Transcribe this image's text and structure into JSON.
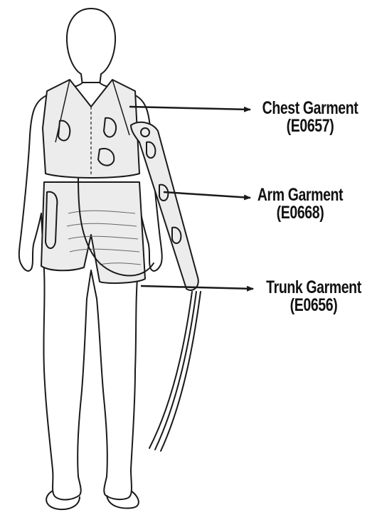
{
  "labels": {
    "chest": {
      "name": "Chest Garment",
      "code": "(E0657)"
    },
    "arm": {
      "name": "Arm Garment",
      "code": "(E0668)"
    },
    "trunk": {
      "name": "Trunk Garment",
      "code": "(E0656)"
    }
  },
  "colors": {
    "line": "#1a1a1a",
    "garment": "#ececec",
    "skin": "#ffffff"
  }
}
